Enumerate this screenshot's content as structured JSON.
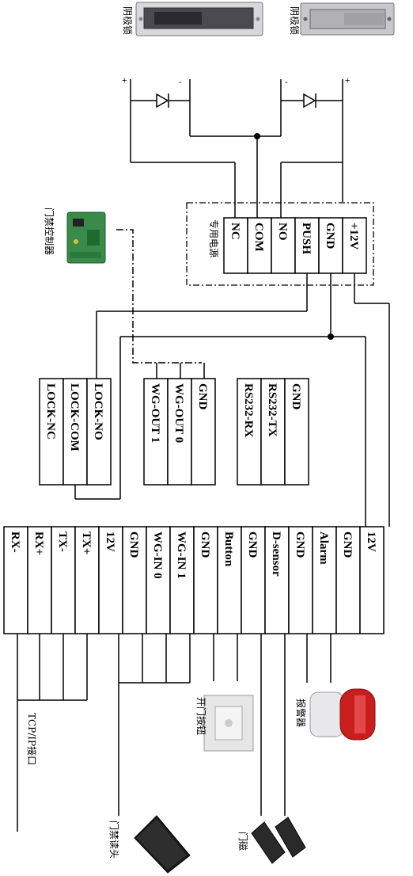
{
  "captions": {
    "lock_left": "阴极锁",
    "lock_right": "阴极锁",
    "controller": "门禁控制器",
    "power_supply": "专用电源",
    "exit_button": "开门按钮",
    "alarm": "报警器",
    "tcpip": "TCP/IP接口",
    "reader": "门禁读头",
    "door_contact": "门磁"
  },
  "polarity": {
    "plus": "+",
    "minus": "-"
  },
  "power_terminals": [
    "NC",
    "COM",
    "NO",
    "PUSH",
    "GND",
    "+12V"
  ],
  "lock_relay_terminals": [
    "LOCK-NC",
    "LOCK-COM",
    "LOCK-NO"
  ],
  "wg_out_terminals": [
    "WG-OUT 1",
    "WG-OUT 0",
    "GND"
  ],
  "rs232_terminals": [
    "RS232-RX",
    "RS232-TX",
    "GND"
  ],
  "main_terminals": [
    "RX-",
    "RX+",
    "TX-",
    "TX+",
    "12V",
    "GND",
    "WG-IN 0",
    "WG-IN 1",
    "GND",
    "Button",
    "GND",
    "D-sensor",
    "GND",
    "Alarm",
    "GND",
    "12V"
  ]
}
